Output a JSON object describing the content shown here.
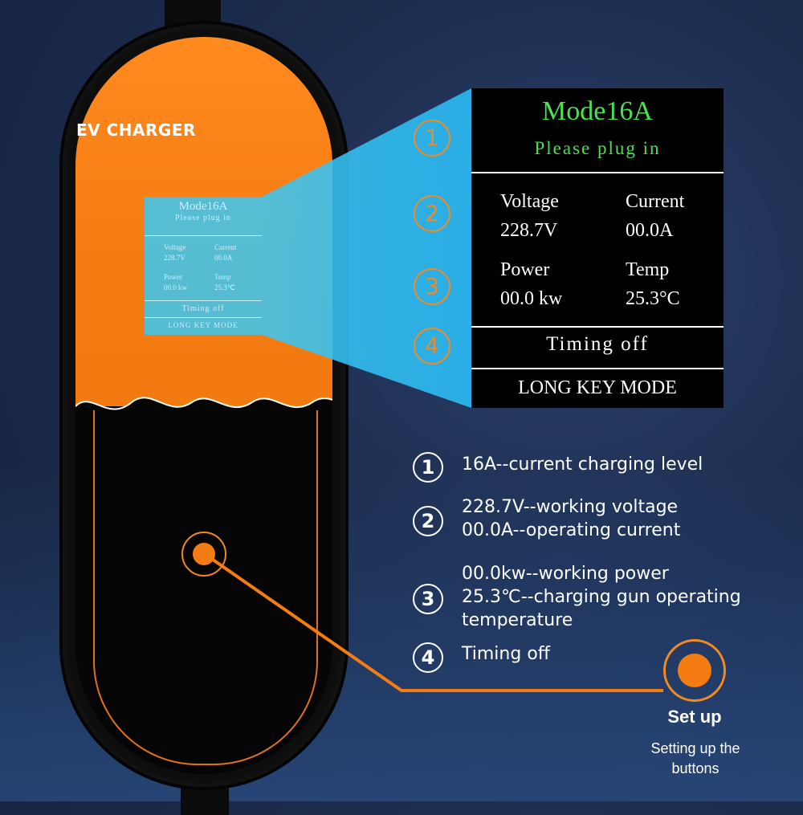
{
  "device": {
    "brand_label": "EV CHARGER",
    "mini_screen": {
      "mode": "Mode16A",
      "status": "Please plug in",
      "voltage_label": "Voltage",
      "voltage_value": "228.7V",
      "current_label": "Current",
      "current_value": "00.0A",
      "power_label": "Power",
      "power_value": "00.0 kw",
      "temp_label": "Temp",
      "temp_value": "25.3℃",
      "timing": "Timing off",
      "long_key": "LONG KEY MODE"
    }
  },
  "lcd": {
    "mode": "Mode16A",
    "status": "Please plug in",
    "voltage_label": "Voltage",
    "voltage_value": "228.7V",
    "current_label": "Current",
    "current_value": "00.0A",
    "power_label": "Power",
    "power_value": "00.0 kw",
    "temp_label": "Temp",
    "temp_value": "25.3°C",
    "timing": "Timing off",
    "long_key": "LONG KEY MODE"
  },
  "markers": [
    "1",
    "2",
    "3",
    "4"
  ],
  "legend": [
    {
      "num": "1",
      "lines": [
        "16A--current charging level"
      ]
    },
    {
      "num": "2",
      "lines": [
        "228.7V--working voltage",
        "00.0A--operating current"
      ]
    },
    {
      "num": "3",
      "lines": [
        "00.0kw--working power",
        "25.3℃--charging gun operating",
        "temperature"
      ]
    },
    {
      "num": "4",
      "lines": [
        "Timing off"
      ]
    }
  ],
  "setup": {
    "title": "Set up",
    "subtitle_line1": "Setting up the",
    "subtitle_line2": "buttons"
  },
  "colors": {
    "accent_orange": "#f57c13",
    "lcd_green": "#4de04f",
    "screen_cyan": "#3ac8f5"
  }
}
